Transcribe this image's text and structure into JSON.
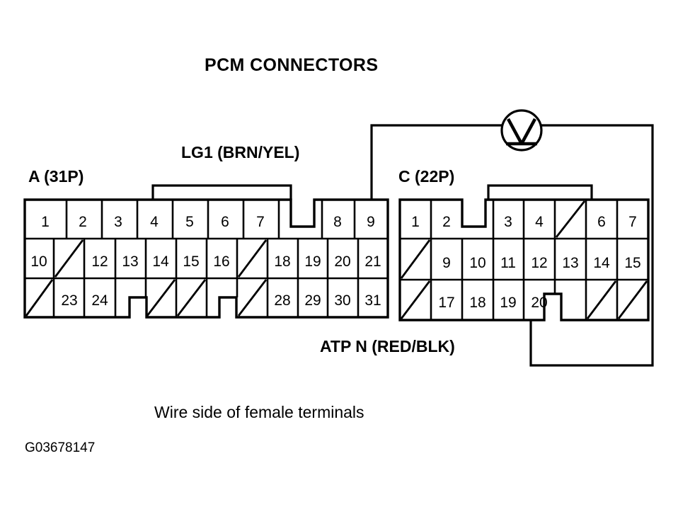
{
  "figure": {
    "title": "PCM CONNECTORS",
    "caption": "Wire side of female terminals",
    "figure_id": "G03678147",
    "line_color": "#000000",
    "background_color": "#ffffff"
  },
  "wires": [
    {
      "id": "lg1",
      "label": "LG1 (BRN/YEL)",
      "from": "A-9",
      "to": "voltmeter-left"
    },
    {
      "id": "atpn",
      "label": "ATP N (RED/BLK)",
      "from": "C-20",
      "to": "voltmeter-right"
    }
  ],
  "instrument": {
    "name": "voltmeter",
    "symbol": "V"
  },
  "connectors": [
    {
      "id": "A",
      "label": "A (31P)",
      "cavity_count": 31,
      "rows": [
        [
          "1",
          "2",
          "3",
          "4",
          "5",
          "6",
          "7",
          "",
          "8",
          "9"
        ],
        [
          "10",
          "",
          "12",
          "13",
          "14",
          "15",
          "16",
          "",
          "18",
          "19",
          "20",
          "21"
        ],
        [
          "",
          "23",
          "24",
          "",
          "",
          "",
          "",
          "",
          "28",
          "29",
          "30",
          "31"
        ]
      ]
    },
    {
      "id": "C",
      "label": "C (22P)",
      "cavity_count": 22,
      "rows": [
        [
          "1",
          "2",
          "",
          "3",
          "4",
          "",
          "6",
          "7"
        ],
        [
          "",
          "9",
          "10",
          "11",
          "12",
          "13",
          "14",
          "15"
        ],
        [
          "",
          "17",
          "18",
          "19",
          "20",
          "",
          "",
          ""
        ]
      ]
    }
  ]
}
